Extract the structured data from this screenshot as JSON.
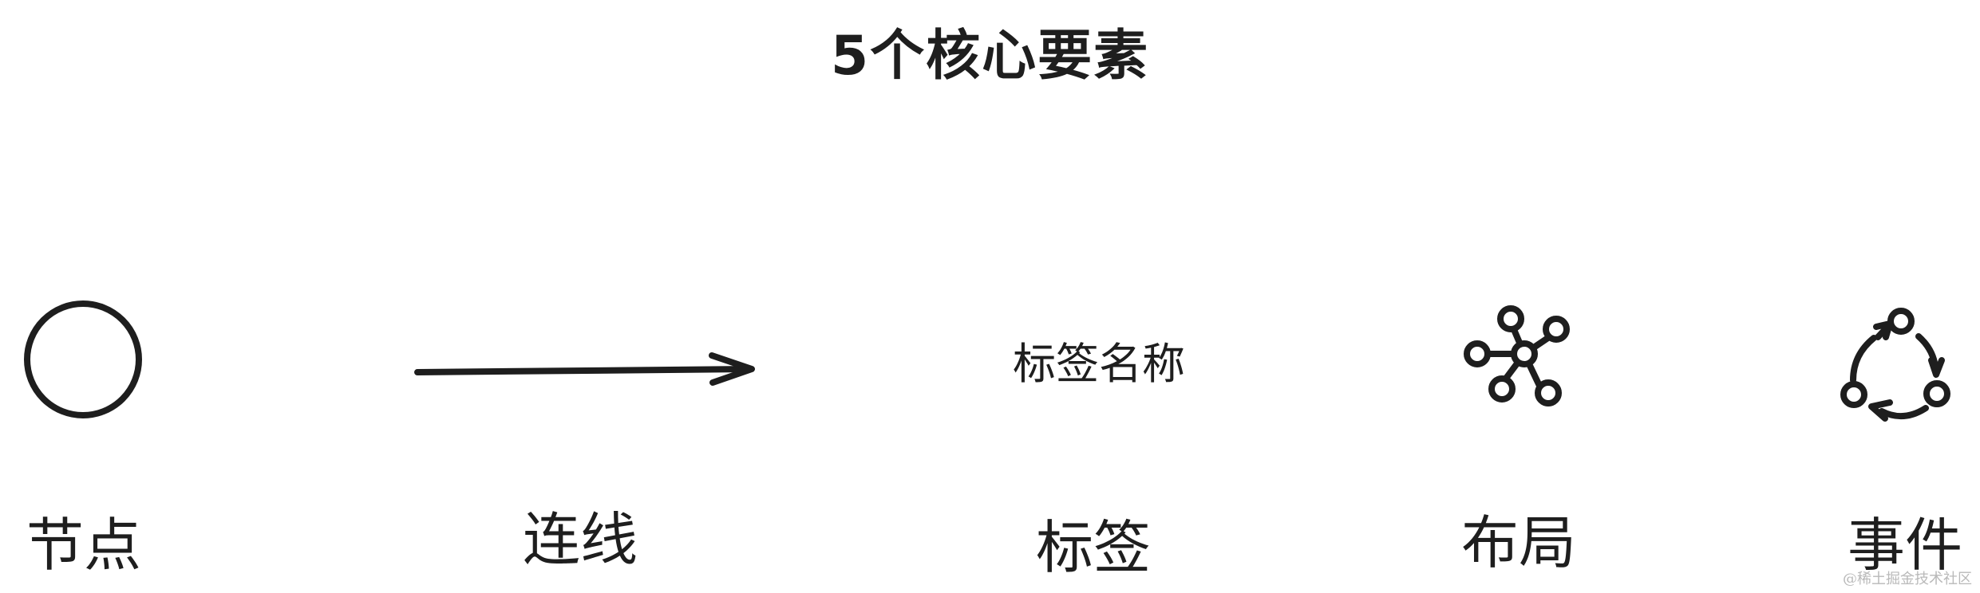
{
  "title": "5个核心要素",
  "elements": [
    {
      "key": "node",
      "label": "节点",
      "icon": "circle-icon"
    },
    {
      "key": "edge",
      "label": "连线",
      "icon": "arrow-icon"
    },
    {
      "key": "label",
      "label": "标签",
      "sample_text": "标签名称"
    },
    {
      "key": "layout",
      "label": "布局",
      "icon": "network-graph-icon"
    },
    {
      "key": "event",
      "label": "事件",
      "icon": "cycle-arrows-icon"
    }
  ],
  "watermark": "@稀土掘金技术社区",
  "colors": {
    "stroke": "#1e1e1e",
    "background": "#ffffff",
    "watermark": "#b9b9b9"
  }
}
